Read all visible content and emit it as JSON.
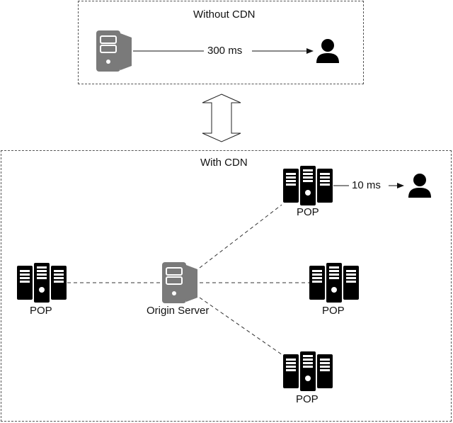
{
  "without_cdn": {
    "title": "Without CDN",
    "latency": "300 ms",
    "server_icon": "origin-server-icon",
    "user_icon": "user-icon"
  },
  "comparison_arrow_icon": "double-arrow-icon",
  "with_cdn": {
    "title": "With CDN",
    "origin_label": "Origin Server",
    "pops": [
      {
        "label": "POP",
        "position": "top-right"
      },
      {
        "label": "POP",
        "position": "left"
      },
      {
        "label": "POP",
        "position": "right"
      },
      {
        "label": "POP",
        "position": "bottom-right"
      }
    ],
    "latency": "10 ms",
    "user_icon": "user-icon"
  },
  "colors": {
    "origin_server": "#7a7a7a",
    "pop_server": "#000000",
    "border": "#555555"
  }
}
